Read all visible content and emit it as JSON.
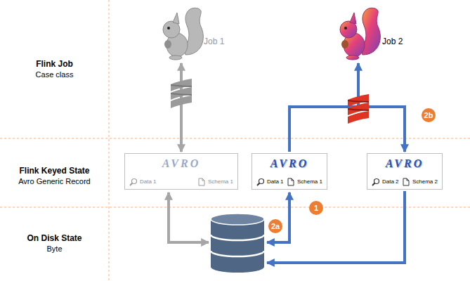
{
  "diagram": {
    "nodes": [
      {
        "text": [
          "Job 1"
        ]
      },
      {
        "text": [
          "Job 2"
        ]
      },
      {
        "text": [
          "AVRO",
          "Data 1",
          "Schema 1"
        ]
      },
      {
        "text": [
          "AVRO",
          "Data 1",
          "Schema 1"
        ]
      },
      {
        "text": [
          "AVRO",
          "Data 2",
          "Schema 2"
        ]
      }
    ],
    "edges": [
      {
        "from": 0,
        "to": 2,
        "arrow": "both"
      },
      {
        "from": 3,
        "to": 1,
        "arrow": "to"
      },
      {
        "from": 1,
        "to": 4,
        "arrow": "to"
      }
    ],
    "labels": [
      "Flink Job",
      "Case class",
      "Flink Keyed State",
      "Avro Generic Record",
      "On Disk State",
      "Byte",
      "1",
      "2a",
      "2b"
    ]
  }
}
